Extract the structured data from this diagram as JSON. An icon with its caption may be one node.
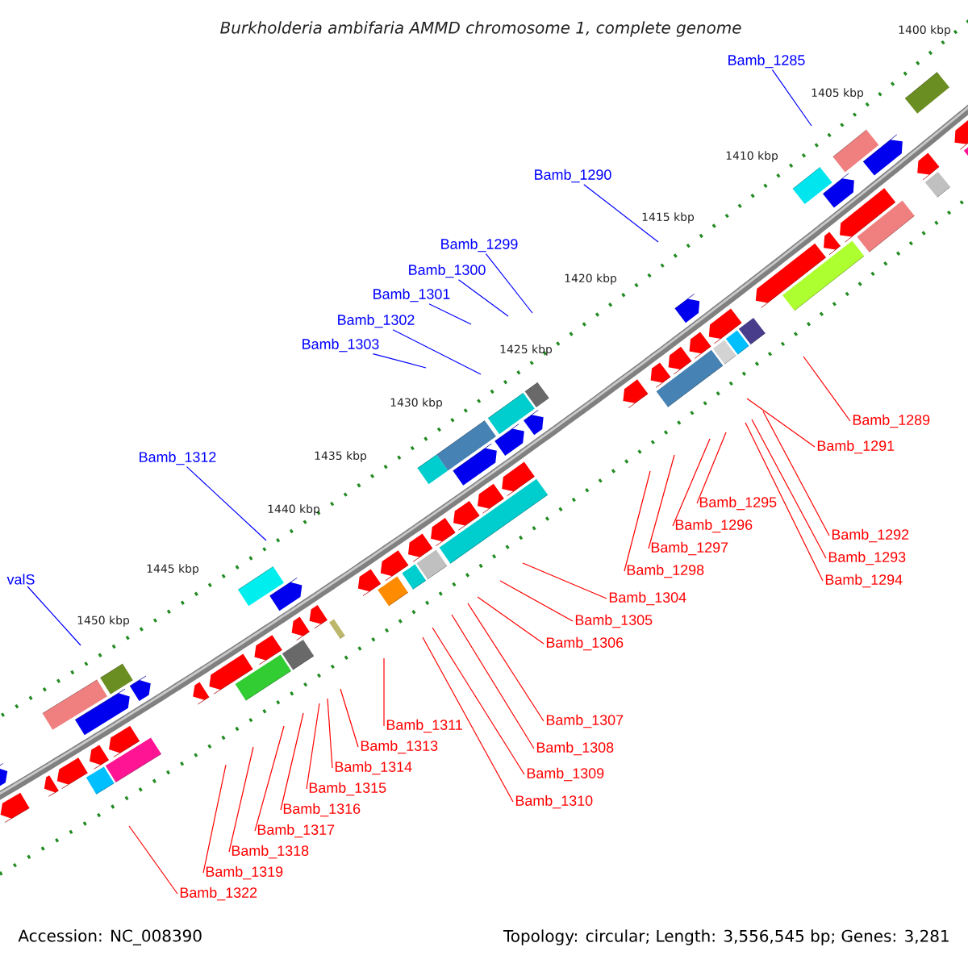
{
  "diagram": {
    "title": "Burkholderia ambifaria AMMD chromosome 1, complete genome",
    "nodes": [
      {
        "text": [
          "Bamb_1285"
        ]
      },
      {
        "text": [
          "Bamb_1290"
        ]
      },
      {
        "text": [
          "Bamb_1299"
        ]
      },
      {
        "text": [
          "Bamb_1300"
        ]
      },
      {
        "text": [
          "Bamb_1301"
        ]
      },
      {
        "text": [
          "Bamb_1302"
        ]
      },
      {
        "text": [
          "Bamb_1303"
        ]
      },
      {
        "text": [
          "Bamb_1289"
        ]
      },
      {
        "text": [
          "Bamb_1291"
        ]
      },
      {
        "text": [
          "Bamb_1312"
        ]
      },
      {
        "text": [
          "Bamb_1295"
        ]
      },
      {
        "text": [
          "Bamb_1296"
        ]
      },
      {
        "text": [
          "Bamb_1292"
        ]
      },
      {
        "text": [
          "Bamb_1297"
        ]
      },
      {
        "text": [
          "Bamb_1293"
        ]
      },
      {
        "text": [
          "Bamb_1298"
        ]
      },
      {
        "text": [
          "valS"
        ]
      },
      {
        "text": [
          "Bamb_1294"
        ]
      },
      {
        "text": [
          "Bamb_1304"
        ]
      },
      {
        "text": [
          "Bamb_1305"
        ]
      },
      {
        "text": [
          "Bamb_1306"
        ]
      },
      {
        "text": [
          "Bamb_1307"
        ]
      },
      {
        "text": [
          "Bamb_1311"
        ]
      },
      {
        "text": [
          "Bamb_1313"
        ]
      },
      {
        "text": [
          "Bamb_1308"
        ]
      },
      {
        "text": [
          "Bamb_1314"
        ]
      },
      {
        "text": [
          "Bamb_1309"
        ]
      },
      {
        "text": [
          "Bamb_1315"
        ]
      },
      {
        "text": [
          "Bamb_1310"
        ]
      },
      {
        "text": [
          "Bamb_1316"
        ]
      },
      {
        "text": [
          "Bamb_1317"
        ]
      },
      {
        "text": [
          "Bamb_1318"
        ]
      },
      {
        "text": [
          "Bamb_1319"
        ]
      },
      {
        "text": [
          "Bamb_1322"
        ]
      }
    ],
    "edges": [
      {
        "from": 0,
        "to": null,
        "arrow": "none",
        "color": "#0000ff"
      },
      {
        "from": 1,
        "to": null,
        "arrow": "none",
        "color": "#0000ff"
      },
      {
        "from": 2,
        "to": null,
        "arrow": "none",
        "color": "#0000ff"
      },
      {
        "from": 3,
        "to": null,
        "arrow": "none",
        "color": "#0000ff"
      },
      {
        "from": 4,
        "to": null,
        "arrow": "none",
        "color": "#0000ff"
      },
      {
        "from": 5,
        "to": null,
        "arrow": "none",
        "color": "#0000ff"
      },
      {
        "from": 6,
        "to": null,
        "arrow": "none",
        "color": "#0000ff"
      },
      {
        "from": 7,
        "to": null,
        "arrow": "none"
      },
      {
        "from": 8,
        "to": null,
        "arrow": "none"
      },
      {
        "from": 9,
        "to": null,
        "arrow": "none",
        "color": "#0000ff"
      },
      {
        "from": 10,
        "to": null,
        "arrow": "none"
      },
      {
        "from": 11,
        "to": null,
        "arrow": "none"
      },
      {
        "from": 12,
        "to": null,
        "arrow": "none"
      },
      {
        "from": 13,
        "to": null,
        "arrow": "none"
      },
      {
        "from": 14,
        "to": null,
        "arrow": "none"
      },
      {
        "from": 15,
        "to": null,
        "arrow": "none"
      },
      {
        "from": 16,
        "to": null,
        "arrow": "none",
        "color": "#0000ff"
      },
      {
        "from": 17,
        "to": null,
        "arrow": "none"
      },
      {
        "from": 18,
        "to": null,
        "arrow": "none"
      },
      {
        "from": 19,
        "to": null,
        "arrow": "none"
      },
      {
        "from": 20,
        "to": null,
        "arrow": "none"
      },
      {
        "from": 21,
        "to": null,
        "arrow": "none"
      },
      {
        "from": 22,
        "to": null,
        "arrow": "none"
      },
      {
        "from": 23,
        "to": null,
        "arrow": "none"
      },
      {
        "from": 24,
        "to": null,
        "arrow": "none"
      },
      {
        "from": 25,
        "to": null,
        "arrow": "none"
      },
      {
        "from": 26,
        "to": null,
        "arrow": "none"
      },
      {
        "from": 27,
        "to": null,
        "arrow": "none"
      },
      {
        "from": 28,
        "to": null,
        "arrow": "none"
      },
      {
        "from": 29,
        "to": null,
        "arrow": "none"
      },
      {
        "from": 30,
        "to": null,
        "arrow": "none"
      },
      {
        "from": 31,
        "to": null,
        "arrow": "none"
      },
      {
        "from": 32,
        "to": null,
        "arrow": "none"
      },
      {
        "from": 33,
        "to": null,
        "arrow": "none"
      }
    ],
    "labels": [
      "1400 kbp",
      "1405 kbp",
      "1410 kbp",
      "1415 kbp",
      "1420 kbp",
      "1425 kbp",
      "1430 kbp",
      "1435 kbp",
      "1440 kbp",
      "1445 kbp",
      "1450 kbp",
      "Accession: NC_008390",
      "Topology: circular; Length: 3,556,545 bp; Genes: 3,281"
    ]
  }
}
